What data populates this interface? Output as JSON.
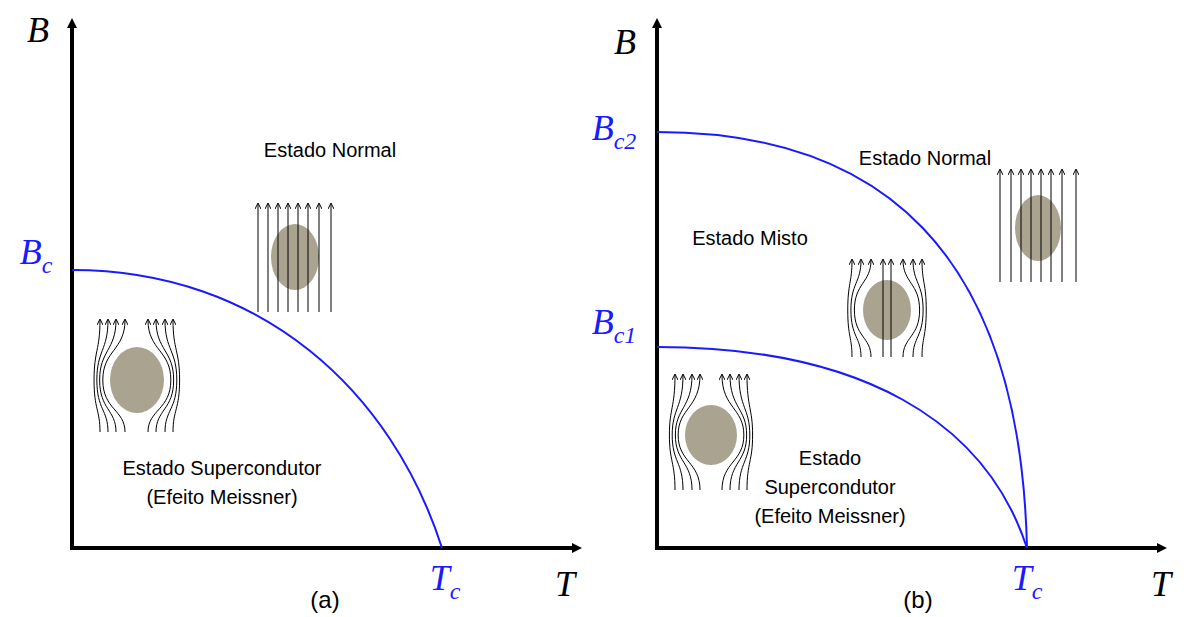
{
  "diagram": {
    "labels": [
      "B",
      "Bc",
      "Estado Normal",
      "Estado Supercondutor (Efeito Meissner)",
      "Tc",
      "T",
      "(a)",
      "B",
      "Bc2",
      "Estado Normal",
      "Estado Misto",
      "Bc1",
      "Estado Supercondutor (Efeito Meissner)",
      "Tc",
      "T",
      "(b)"
    ]
  }
}
